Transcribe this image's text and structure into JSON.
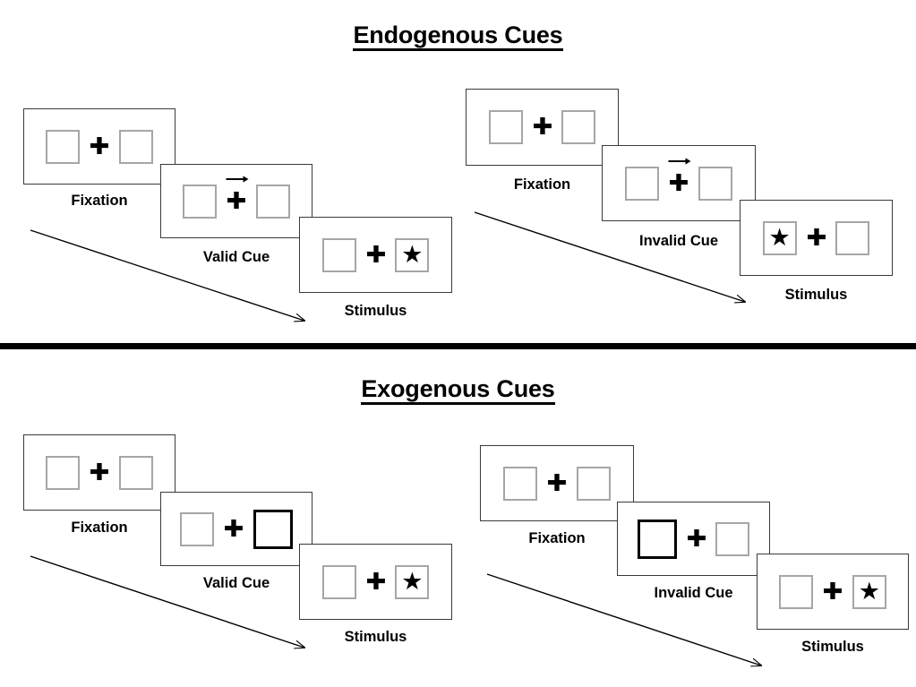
{
  "page": {
    "background": "#ffffff",
    "divider_color": "#000000",
    "cell_border_color": "#a6a6a6",
    "cue_border_color": "#000000",
    "panel_border_color": "#3a3a3a"
  },
  "sections": [
    {
      "id": "endogenous",
      "title": "Endogenous Cues",
      "columns": [
        {
          "id": "endogenous-valid",
          "frames": [
            {
              "caption": "Fixation",
              "left_content": "empty",
              "right_content": "empty",
              "cue": "none"
            },
            {
              "caption": "Valid Cue",
              "left_content": "empty",
              "right_content": "empty",
              "cue": "arrow-right"
            },
            {
              "caption": "Stimulus",
              "left_content": "empty",
              "right_content": "star",
              "cue": "none"
            }
          ]
        },
        {
          "id": "endogenous-invalid",
          "frames": [
            {
              "caption": "Fixation",
              "left_content": "empty",
              "right_content": "empty",
              "cue": "none"
            },
            {
              "caption": "Invalid Cue",
              "left_content": "empty",
              "right_content": "empty",
              "cue": "arrow-right"
            },
            {
              "caption": "Stimulus",
              "left_content": "star",
              "right_content": "empty",
              "cue": "none"
            }
          ]
        }
      ]
    },
    {
      "id": "exogenous",
      "title": "Exogenous Cues",
      "columns": [
        {
          "id": "exogenous-valid",
          "frames": [
            {
              "caption": "Fixation",
              "left_content": "empty",
              "right_content": "empty",
              "cue": "none"
            },
            {
              "caption": "Valid Cue",
              "left_content": "empty",
              "right_content": "empty",
              "cue": "bold-right-box"
            },
            {
              "caption": "Stimulus",
              "left_content": "empty",
              "right_content": "star",
              "cue": "none"
            }
          ]
        },
        {
          "id": "exogenous-invalid",
          "frames": [
            {
              "caption": "Fixation",
              "left_content": "empty",
              "right_content": "empty",
              "cue": "none"
            },
            {
              "caption": "Invalid Cue",
              "left_content": "empty",
              "right_content": "empty",
              "cue": "bold-left-box"
            },
            {
              "caption": "Stimulus",
              "left_content": "empty",
              "right_content": "star",
              "cue": "none"
            }
          ]
        }
      ]
    }
  ],
  "glyphs": {
    "star": "★",
    "plus": "✚"
  },
  "titles": {
    "endogenous": "Endogenous Cues",
    "exogenous": "Exogenous Cues"
  },
  "captions": {
    "endo_valid_fixation": "Fixation",
    "endo_valid_cue": "Valid Cue",
    "endo_valid_stimulus": "Stimulus",
    "endo_invalid_fixation": "Fixation",
    "endo_invalid_cue": "Invalid Cue",
    "endo_invalid_stimulus": "Stimulus",
    "exo_valid_fixation": "Fixation",
    "exo_valid_cue": "Valid Cue",
    "exo_valid_stimulus": "Stimulus",
    "exo_invalid_fixation": "Fixation",
    "exo_invalid_cue": "Invalid Cue",
    "exo_invalid_stimulus": "Stimulus"
  }
}
